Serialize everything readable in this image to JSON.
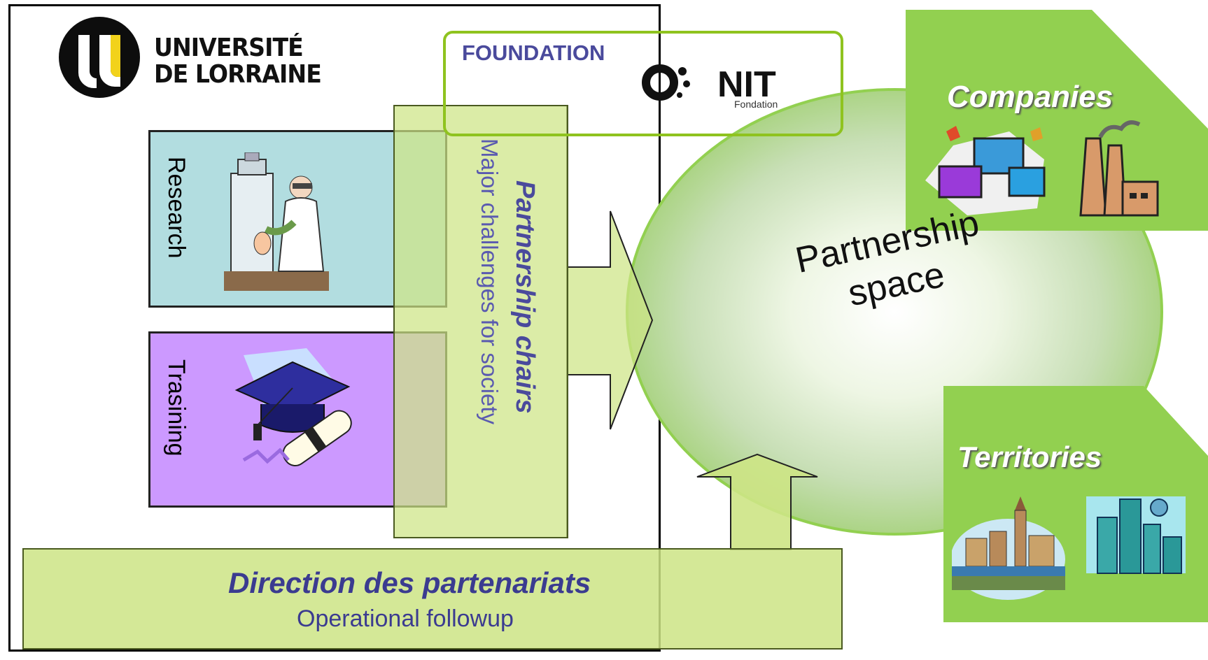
{
  "university": {
    "name_line1": "UNIVERSITÉ",
    "name_line2": "DE LORRAINE",
    "logo_icon": "ul-logo-icon"
  },
  "foundation": {
    "title": "FOUNDATION",
    "logo_text": "NIT",
    "logo_sub": "Fondation"
  },
  "pillars": {
    "research": {
      "label": "Research",
      "icon": "scientist-lab-icon"
    },
    "training": {
      "label": "Trasining",
      "icon": "graduation-cap-diploma-icon"
    }
  },
  "chairs": {
    "title": "Partnership chairs",
    "subtitle": "Major challenges for society"
  },
  "direction": {
    "title": "Direction des partenariats",
    "subtitle": "Operational followup"
  },
  "space": {
    "line1": "Partnership",
    "line2": "space"
  },
  "companies": {
    "title": "Companies",
    "icon": "computers-factory-icon"
  },
  "territories": {
    "title": "Territories",
    "icon": "town-city-icon"
  },
  "colors": {
    "green": "#92d050",
    "light_green": "#cde485",
    "teal": "#b2dde0",
    "purple": "#cc99ff",
    "navy_text": "#3b3b90"
  }
}
